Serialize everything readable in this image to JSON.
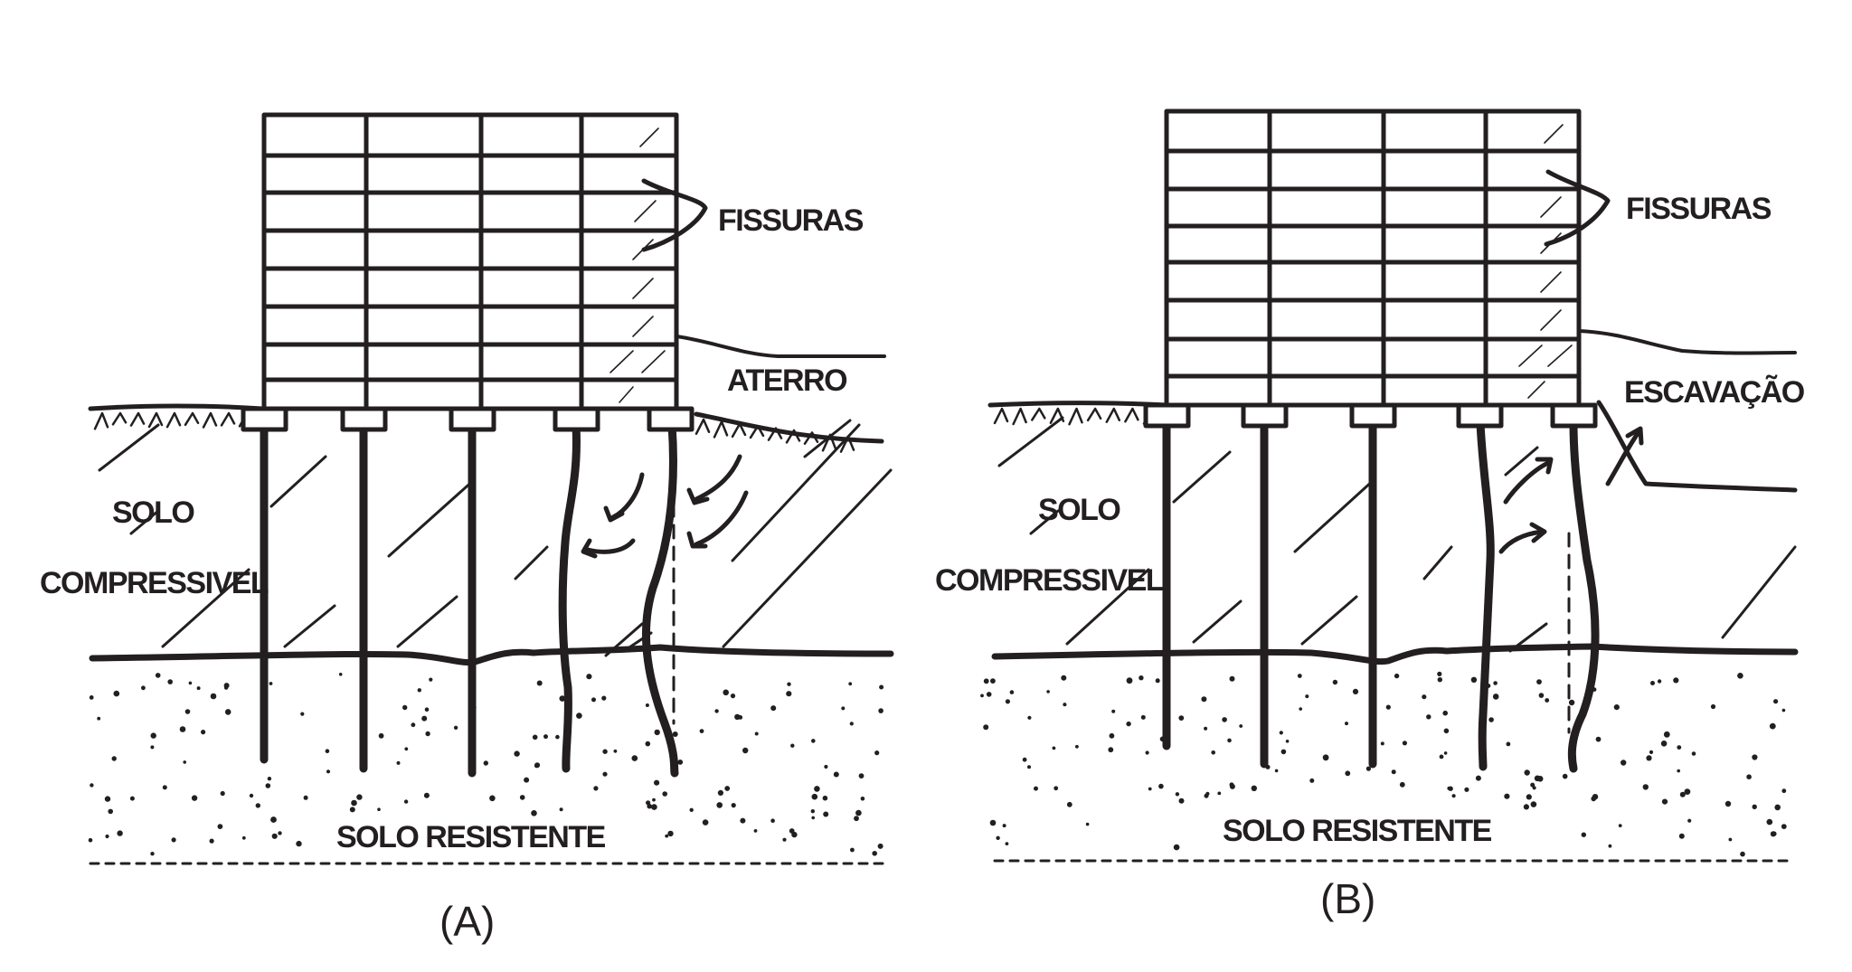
{
  "panels": [
    {
      "id": "A",
      "caption": "(A)",
      "labels": {
        "cracks": "FISSURAS",
        "fill": "ATERRO",
        "soft_soil_line1": "SOLO",
        "soft_soil_line2": "COMPRESSIVEL",
        "firm_soil": "SOLO RESISTENTE"
      }
    },
    {
      "id": "B",
      "caption": "(B)",
      "labels": {
        "cracks": "FISSURAS",
        "excavation": "ESCAVAÇÃO",
        "soft_soil_line1": "SOLO",
        "soft_soil_line2": "COMPRESSIVEL",
        "firm_soil": "SOLO RESISTENTE"
      }
    }
  ],
  "colors": {
    "ink": "#231f20",
    "background": "#ffffff"
  }
}
